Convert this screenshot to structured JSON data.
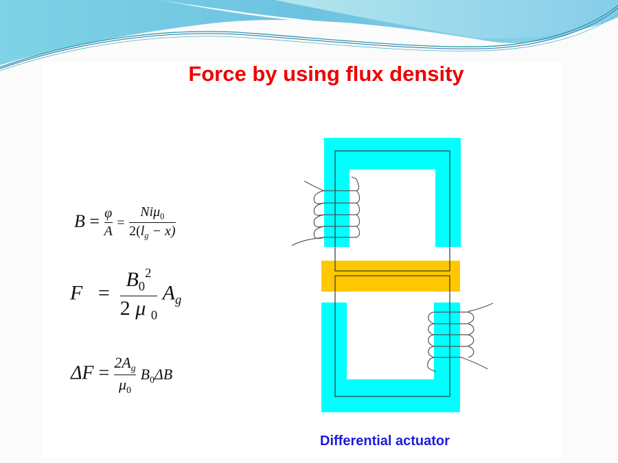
{
  "slide": {
    "title": "Force by using flux density",
    "caption": "Differential actuator",
    "colors": {
      "title": "#ee0000",
      "caption": "#1a1adc",
      "core": "#00ffff",
      "armature": "#ffc800",
      "flux_path": "#333333",
      "coil_wire": "#555555",
      "header_wave_light": "#a8e0ea",
      "header_wave_dark": "#5ec8e0"
    }
  },
  "equations": {
    "flux_density": {
      "lhs": "B",
      "eq1": "=",
      "frac1_num": "φ",
      "frac1_den": "A",
      "eq2": "=",
      "frac2_num_N": "Ni",
      "frac2_num_mu": "μ",
      "frac2_num_sub": "0",
      "frac2_den_pre": "2(",
      "frac2_den_l": "l",
      "frac2_den_sub": "g",
      "frac2_den_post": " − x)"
    },
    "force": {
      "lhs": "F",
      "eq": "=",
      "num_B": "B",
      "num_sub": "0",
      "num_sup": "2",
      "den_2": "2",
      "den_mu": "μ",
      "den_sub": "0",
      "rhs_A": "A",
      "rhs_sub": "g"
    },
    "delta_force": {
      "lhs": "ΔF",
      "eq": "=",
      "num_2A": "2A",
      "num_sub": "g",
      "den_mu": "μ",
      "den_sub": "0",
      "rhs_B": "B",
      "rhs_sub": "0",
      "rhs_dB": "ΔB"
    }
  },
  "diagram": {
    "components": [
      "upper-u-core",
      "armature",
      "lower-u-core",
      "upper-coil",
      "lower-coil",
      "upper-flux-path",
      "lower-flux-path"
    ],
    "coil_turns": 5
  }
}
